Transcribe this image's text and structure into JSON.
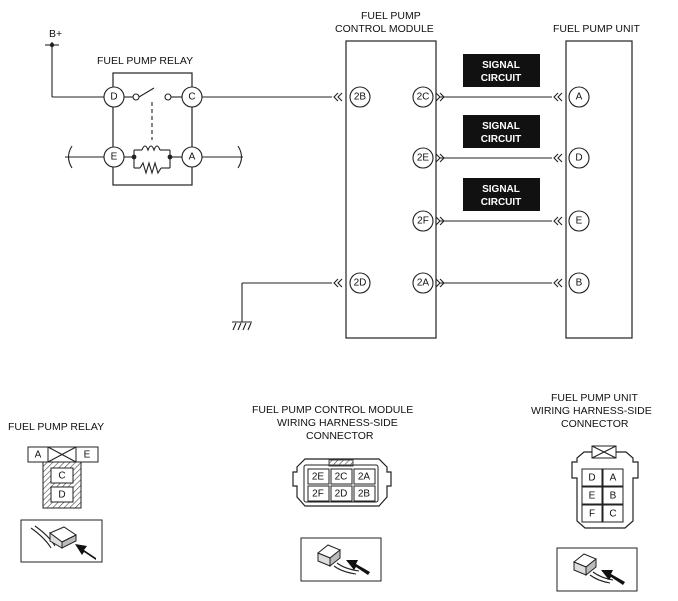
{
  "labels": {
    "bplus": "B+",
    "relay_title": "FUEL PUMP RELAY",
    "module_title_1": "FUEL PUMP",
    "module_title_2": "CONTROL MODULE",
    "unit_title": "FUEL PUMP UNIT",
    "relay_conn_title": "FUEL PUMP RELAY",
    "module_conn_1": "FUEL PUMP CONTROL MODULE",
    "module_conn_2": "WIRING HARNESS-SIDE",
    "module_conn_3": "CONNECTOR",
    "unit_conn_1": "FUEL PUMP UNIT",
    "unit_conn_2": "WIRING HARNESS-SIDE",
    "unit_conn_3": "CONNECTOR"
  },
  "relay_pins": {
    "d": "D",
    "c": "C",
    "e": "E",
    "a": "A"
  },
  "module_pins": {
    "p2b": "2B",
    "p2d": "2D",
    "p2c": "2C",
    "p2e": "2E",
    "p2f": "2F",
    "p2a": "2A"
  },
  "unit_pins": {
    "a": "A",
    "d": "D",
    "e": "E",
    "b": "B"
  },
  "signal_boxes": [
    {
      "line1": "SIGNAL",
      "line2": "CIRCUIT"
    },
    {
      "line1": "SIGNAL",
      "line2": "CIRCUIT"
    },
    {
      "line1": "SIGNAL",
      "line2": "CIRCUIT"
    }
  ],
  "relay_connector": {
    "a": "A",
    "e": "E",
    "c": "C",
    "d": "D"
  },
  "module_connector": {
    "top": [
      "2E",
      "2C",
      "2A"
    ],
    "bottom": [
      "2F",
      "2D",
      "2B"
    ]
  },
  "unit_connector": {
    "rows": [
      [
        "D",
        "A"
      ],
      [
        "E",
        "B"
      ],
      [
        "F",
        "C"
      ]
    ]
  },
  "icons": [
    "ground-symbol-icon",
    "connector-insert-arrow-icon"
  ]
}
